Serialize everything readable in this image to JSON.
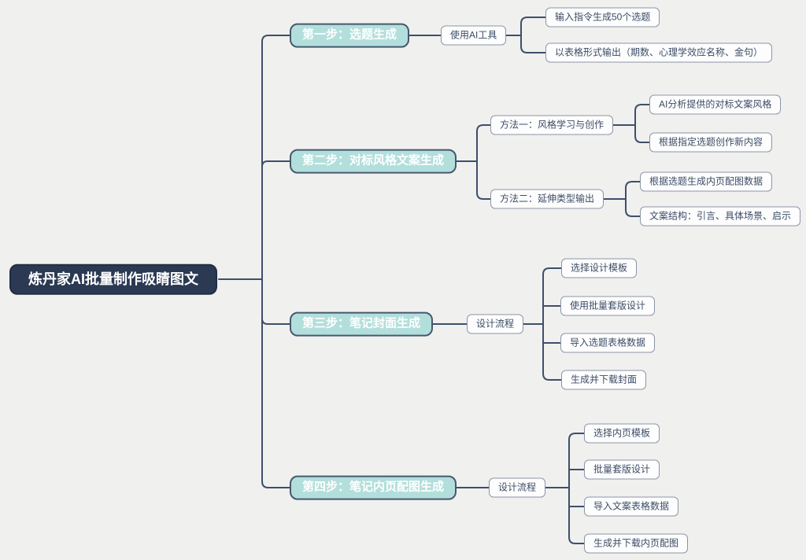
{
  "diagram": {
    "title": "炼丹家AI批量制作吸睛图文",
    "root": {
      "label": "炼丹家AI批量制作吸睛图文"
    },
    "branches": [
      {
        "label": "第一步：选题生成",
        "children": [
          {
            "label": "使用AI工具",
            "children": [
              {
                "label": "输入指令生成50个选题"
              },
              {
                "label": "以表格形式输出（期数、心理学效应名称、金句）"
              }
            ]
          }
        ]
      },
      {
        "label": "第二步：对标风格文案生成",
        "children": [
          {
            "label": "方法一：风格学习与创作",
            "children": [
              {
                "label": "AI分析提供的对标文案风格"
              },
              {
                "label": "根据指定选题创作新内容"
              }
            ]
          },
          {
            "label": "方法二：延伸类型输出",
            "children": [
              {
                "label": "根据选题生成内页配图数据"
              },
              {
                "label": "文案结构：引言、具体场景、启示"
              }
            ]
          }
        ]
      },
      {
        "label": "第三步：笔记封面生成",
        "children": [
          {
            "label": "设计流程",
            "children": [
              {
                "label": "选择设计模板"
              },
              {
                "label": "使用批量套版设计"
              },
              {
                "label": "导入选题表格数据"
              },
              {
                "label": "生成并下载封面"
              }
            ]
          }
        ]
      },
      {
        "label": "第四步：笔记内页配图生成",
        "children": [
          {
            "label": "设计流程",
            "children": [
              {
                "label": "选择内页模板"
              },
              {
                "label": "批量套版设计"
              },
              {
                "label": "导入文案表格数据"
              },
              {
                "label": "生成并下载内页配图"
              }
            ]
          }
        ]
      }
    ],
    "colors": {
      "background": "#f0f0ee",
      "root_fill": "#2b3a52",
      "root_border": "#1f2d44",
      "branch_fill": "#b2dfdc",
      "branch_border": "#46586f",
      "node_border": "#8b95a8",
      "node_text": "#3c4c66",
      "line": "#3d4f6b"
    }
  }
}
